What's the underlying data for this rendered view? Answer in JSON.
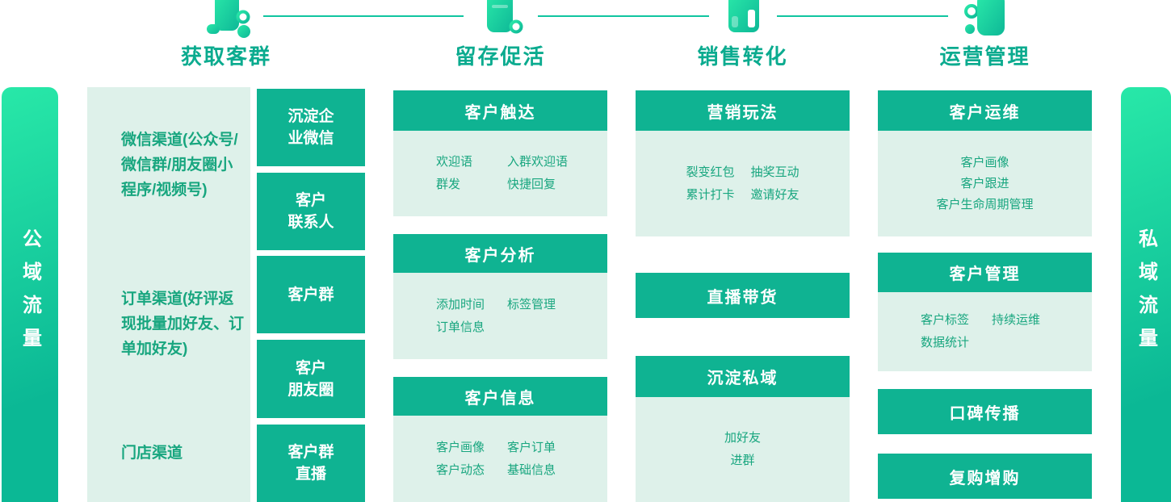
{
  "colors": {
    "block_green": "#0fb392",
    "mint": "#def1ea",
    "text_green": "#18a67f",
    "title_teal": "#0bab8f",
    "line_teal": "#10c5a0",
    "gradient_start": "#28e8a8",
    "gradient_end": "#0bb895"
  },
  "stages": [
    {
      "title": "获取客群",
      "icon": "funnel-user-icon"
    },
    {
      "title": "留存促活",
      "icon": "crm-database-icon"
    },
    {
      "title": "销售转化",
      "icon": "pos-terminal-icon"
    },
    {
      "title": "运营管理",
      "icon": "customer-group-icon"
    }
  ],
  "left_bar": {
    "label": "公域流量"
  },
  "right_bar": {
    "label": "私域流量"
  },
  "acquisition": {
    "channels": [
      "微信渠道(公众号/微信群/朋友圈小程序/视频号)",
      "订单渠道(好评返现批量加好友、订单加好友)",
      "门店渠道"
    ],
    "targets": [
      "沉淀企\n业微信",
      "客户\n联系人",
      "客户群",
      "客户\n朋友圈",
      "客户群\n直播"
    ]
  },
  "retention": {
    "sections": [
      {
        "title": "客户触达",
        "rows": [
          [
            "欢迎语",
            "入群欢迎语"
          ],
          [
            "群发",
            "快捷回复"
          ]
        ]
      },
      {
        "title": "客户分析",
        "rows": [
          [
            "添加时间",
            "标签管理"
          ],
          [
            "订单信息",
            ""
          ]
        ]
      },
      {
        "title": "客户信息",
        "rows": [
          [
            "客户画像",
            "客户订单"
          ],
          [
            "客户动态",
            "基础信息"
          ]
        ]
      }
    ]
  },
  "conversion": {
    "marketing": {
      "title": "营销玩法",
      "rows": [
        [
          "裂变红包",
          "抽奖互动"
        ],
        [
          "累计打卡",
          "邀请好友"
        ]
      ]
    },
    "live_block": "直播带货",
    "private": {
      "title": "沉淀私域",
      "items": [
        "加好友",
        "进群"
      ]
    }
  },
  "management": {
    "operation": {
      "title": "客户运维",
      "items": [
        "客户画像",
        "客户跟进",
        "客户生命周期管理"
      ]
    },
    "crm": {
      "title": "客户管理",
      "rows": [
        [
          "客户标签",
          "持续运维"
        ],
        [
          "数据统计",
          ""
        ]
      ]
    },
    "word_of_mouth_block": "口碑传播",
    "repurchase_block": "复购增购"
  }
}
